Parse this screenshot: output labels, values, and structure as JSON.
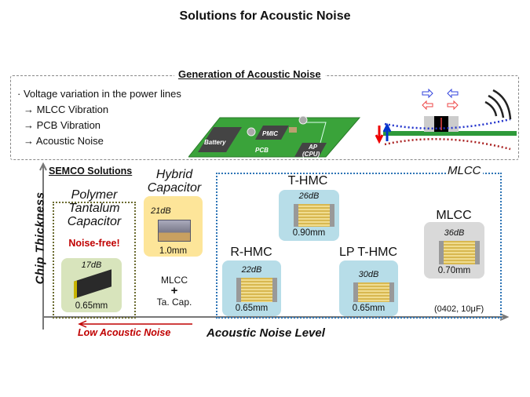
{
  "title": "Solutions for Acoustic Noise",
  "generation": {
    "heading": "Generation of Acoustic Noise",
    "lines": [
      "· Voltage variation in the power lines",
      "→ MLCC Vibration",
      "→ PCB Vibration",
      "→  Acoustic Noise"
    ],
    "pcb_labels": {
      "battery": "Battery",
      "pmic": "PMIC",
      "pcb": "PCB",
      "ap": "AP",
      "cpu": "(CPU)"
    }
  },
  "solutions": {
    "heading": "SEMCO Solutions",
    "y_axis": "Chip Thickness",
    "x_axis": "Acoustic Noise Level",
    "low_noise": "Low Acoustic Noise",
    "mlcc_group": "MLCC",
    "condition": "(0402, 10μF)",
    "polymer": {
      "label": [
        "Polymer",
        "Tantalum",
        "Capacitor"
      ],
      "note": "Noise-free!",
      "db": "17dB",
      "thickness": "0.65mm",
      "color": "#d8e4bc"
    },
    "hybrid": {
      "label": [
        "Hybrid",
        "Capacitor"
      ],
      "db": "21dB",
      "thickness": "1.0mm",
      "color": "#fde599",
      "composition": [
        "MLCC",
        "+",
        "Ta. Cap."
      ]
    },
    "thmc": {
      "label": "T-HMC",
      "db": "26dB",
      "thickness": "0.90mm",
      "color": "#b7dde8"
    },
    "rhmc": {
      "label": "R-HMC",
      "db": "22dB",
      "thickness": "0.65mm",
      "color": "#b7dde8"
    },
    "lpthmc": {
      "label": "LP T-HMC",
      "db": "30dB",
      "thickness": "0.65mm",
      "color": "#b7dde8"
    },
    "mlcc": {
      "label": "MLCC",
      "db": "36dB",
      "thickness": "0.70mm",
      "color": "#d9d9d9"
    }
  }
}
